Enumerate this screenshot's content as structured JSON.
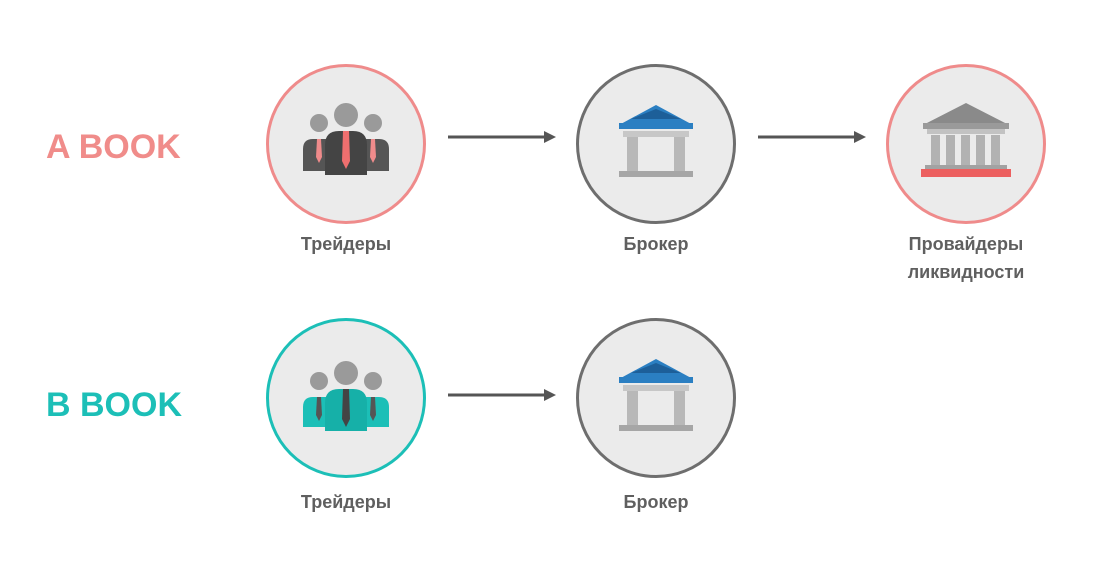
{
  "rows": {
    "a": {
      "label": "A BOOK",
      "color": "#f08c8a",
      "nodes": [
        {
          "caption": "Трейдеры",
          "icon": "traders-icon"
        },
        {
          "caption": "Брокер",
          "icon": "broker-bank-icon"
        },
        {
          "caption_line1": "Провайдеры",
          "caption_line2": "ликвидности",
          "icon": "liquidity-provider-bank-icon"
        }
      ]
    },
    "b": {
      "label": "B BOOK",
      "color": "#1cbfb7",
      "nodes": [
        {
          "caption": "Трейдеры",
          "icon": "traders-icon"
        },
        {
          "caption": "Брокер",
          "icon": "broker-bank-icon"
        }
      ]
    }
  },
  "colors": {
    "a_ring": "#ef8b8b",
    "b_ring": "#1cbfb7",
    "broker_ring": "#6e6e6e",
    "broker_roof": "#2b7fc2",
    "provider_base": "#ec5f5f",
    "arrow": "#555555",
    "caption": "#5f5f5f",
    "circle_fill": "#ebebeb"
  }
}
